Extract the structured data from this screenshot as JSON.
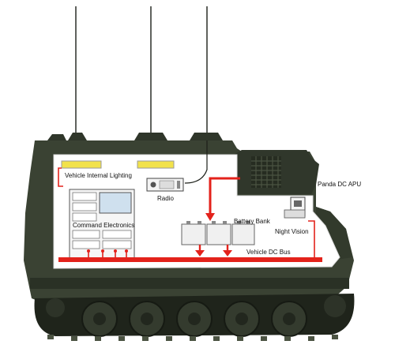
{
  "labels": {
    "lighting": "Vehicle Internal Lighting",
    "radio": "Radio",
    "apu": "Panda DC APU",
    "battery": "Battery Bank",
    "command": "Command Electronics",
    "night_vision": "Night Vision",
    "bus": "Vehicle DC Bus"
  },
  "colors": {
    "hull": "#3a4233",
    "hull_dark": "#262c21",
    "interior": "#ffffff",
    "wire": "#e3221b",
    "lamp": "#f2e24b"
  }
}
